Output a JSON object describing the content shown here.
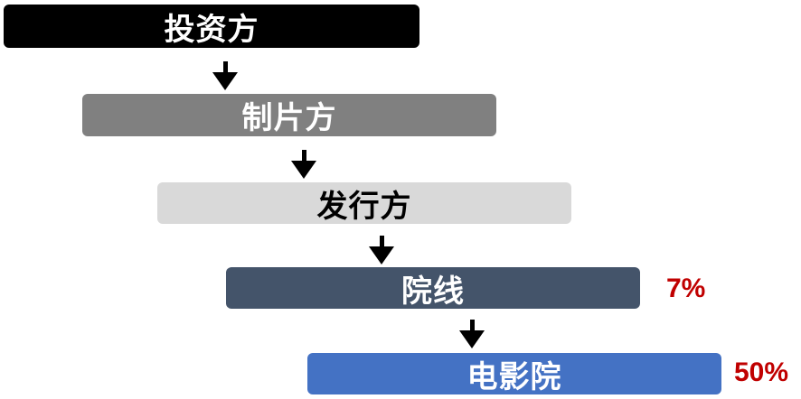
{
  "colors": {
    "arrow": "#000000",
    "percent": "#c00000"
  },
  "stages": [
    {
      "label": "投资方",
      "bg": "#000000",
      "fg": "#ffffff"
    },
    {
      "label": "制片方",
      "bg": "#808080",
      "fg": "#ffffff"
    },
    {
      "label": "发行方",
      "bg": "#d9d9d9",
      "fg": "#000000"
    },
    {
      "label": "院线",
      "bg": "#44546a",
      "fg": "#ffffff",
      "share": "7%"
    },
    {
      "label": "电影院",
      "bg": "#4472c4",
      "fg": "#ffffff",
      "share": "50%"
    }
  ]
}
